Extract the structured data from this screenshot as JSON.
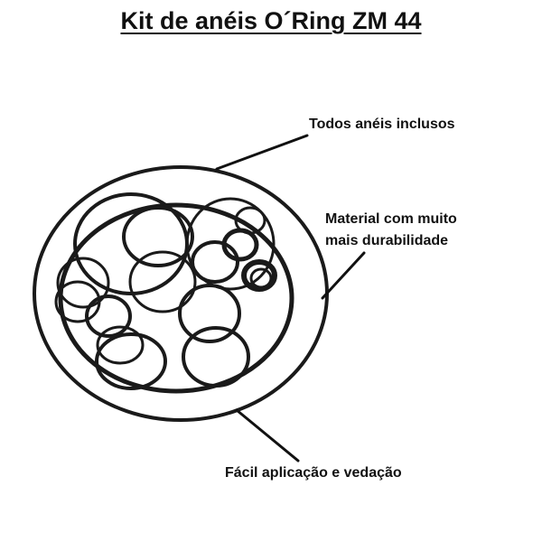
{
  "title": "Kit de anéis O´Ring ZM 44",
  "labels": {
    "all_rings": "Todos anéis inclusos",
    "material_line1": "Material com muito",
    "material_line2": "mais durabilidade",
    "easy_application": "Fácil aplicação e vedação"
  },
  "colors": {
    "ring": "#1a1a1a",
    "text": "#111111",
    "background": "#ffffff"
  }
}
